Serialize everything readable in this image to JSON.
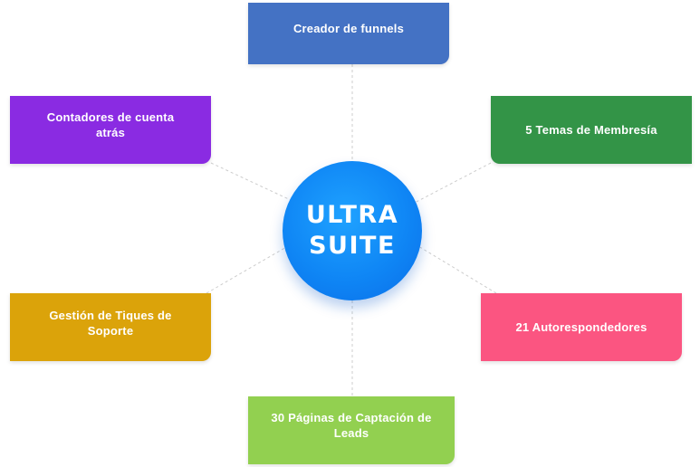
{
  "hub": {
    "line1": "ULTRA",
    "line2": "SUITE",
    "color": "#0f86f5"
  },
  "nodes": [
    {
      "id": "top",
      "label": "Creador de funnels",
      "color": "#4472c4"
    },
    {
      "id": "top-left",
      "label": "Contadores de cuenta atrás",
      "color": "#8a2be2"
    },
    {
      "id": "top-right",
      "label": "5 Temas de Membresía",
      "color": "#339447"
    },
    {
      "id": "bottom-left",
      "label": "Gestión de Tiques de Soporte",
      "color": "#dba30a"
    },
    {
      "id": "bottom-right",
      "label": "21 Autorespondedores",
      "color": "#fb5581"
    },
    {
      "id": "bottom",
      "label": "30 Páginas de Captación de Leads",
      "color": "#92d050"
    }
  ],
  "connector_color": "#cccccc"
}
